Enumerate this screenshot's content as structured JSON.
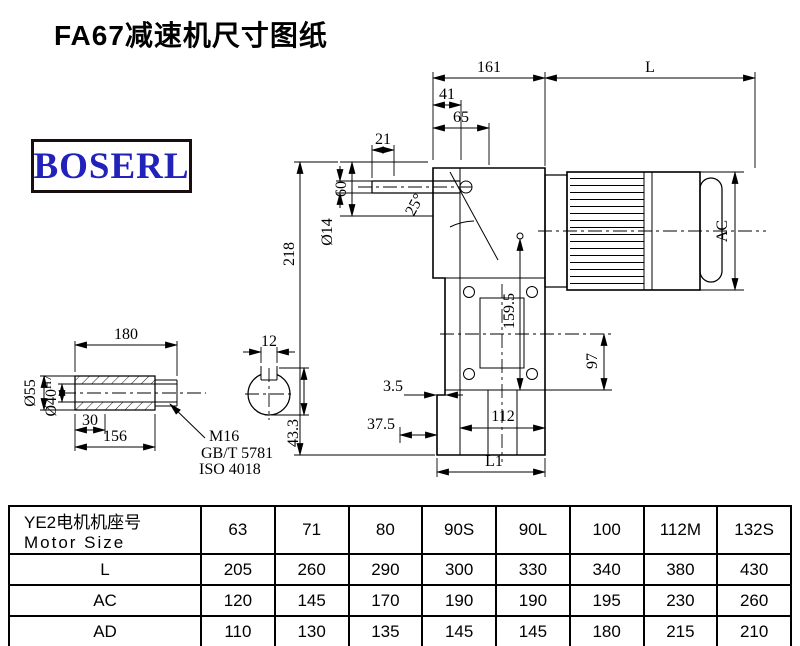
{
  "page": {
    "title": "FA67减速机尺寸图纸",
    "brand": "BOSERL"
  },
  "main_view": {
    "d161": "161",
    "dL": "L",
    "d41": "41",
    "d65": "65",
    "d21": "21",
    "d60": "60",
    "d14": "Ø14",
    "d218": "218",
    "d25": "25°",
    "d159_5": "159.5",
    "dAC": "AC",
    "d97": "97",
    "d3_5": "3.5",
    "d37_5": "37.5",
    "d112": "112",
    "dL1": "L1"
  },
  "shaft_view": {
    "d180": "180",
    "d12": "12",
    "d30": "30",
    "d156": "156",
    "d55": "Ø55",
    "d40_base": "Ø40",
    "d40_tol": "H7",
    "m16": "M16",
    "gb": "GB/T 5781",
    "iso": "ISO 4018",
    "d43_3": "43.3"
  },
  "table": {
    "motor_label_cn": "YE2电机机座号",
    "motor_label_en": "Motor Size",
    "sizes": [
      "63",
      "71",
      "80",
      "90S",
      "90L",
      "100",
      "112M",
      "132S"
    ],
    "rows": [
      {
        "label": "L",
        "values": [
          "205",
          "260",
          "290",
          "300",
          "330",
          "340",
          "380",
          "430"
        ]
      },
      {
        "label": "AC",
        "values": [
          "120",
          "145",
          "170",
          "190",
          "190",
          "195",
          "230",
          "260"
        ]
      },
      {
        "label": "AD",
        "values": [
          "110",
          "130",
          "135",
          "145",
          "145",
          "180",
          "215",
          "210"
        ]
      }
    ]
  }
}
